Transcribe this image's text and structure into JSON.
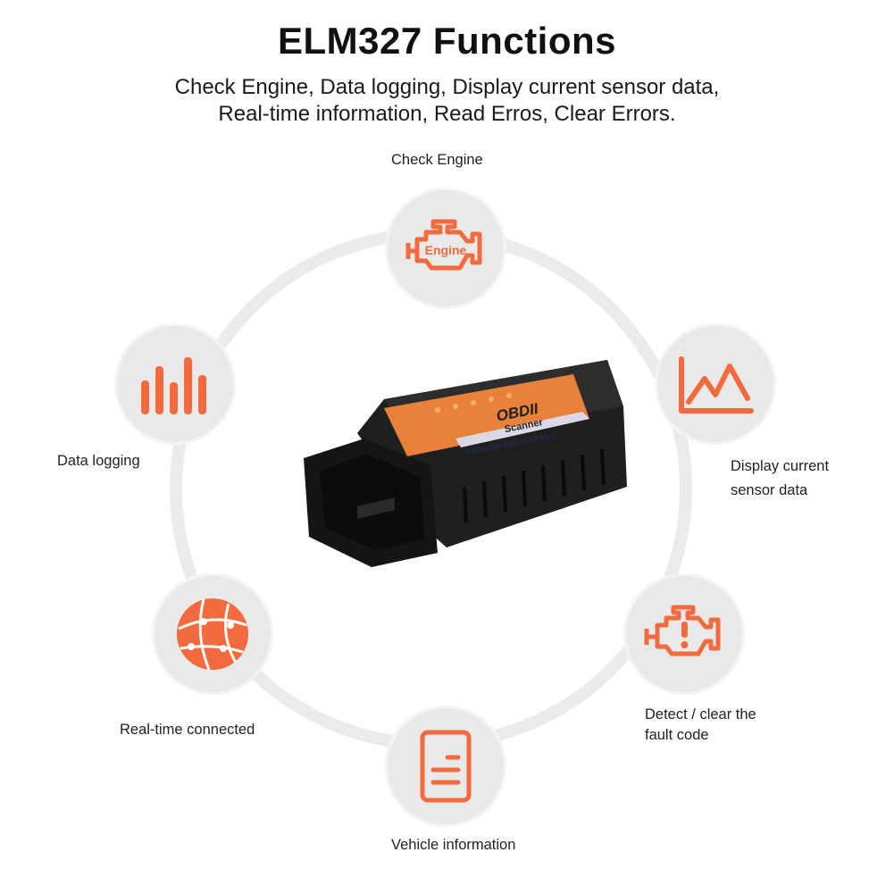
{
  "header": {
    "title": "ELM327 Functions",
    "subtitle_line1": "Check Engine, Data logging, Display current sensor data,",
    "subtitle_line2": "Real-time information, Read Erros, Clear Errors."
  },
  "features": {
    "check_engine": {
      "label": "Check Engine",
      "icon": "engine-icon",
      "icon_text": "Engine"
    },
    "data_logging": {
      "label": "Data logging",
      "icon": "bar-chart-icon"
    },
    "sensor_data": {
      "label_line1": "Display current",
      "label_line2": "sensor data",
      "icon": "line-graph-icon"
    },
    "realtime": {
      "label": "Real-time connected",
      "icon": "globe-icon"
    },
    "fault_code": {
      "label_line1": "Detect / clear the",
      "label_line2": "fault code",
      "icon": "engine-warning-icon"
    },
    "vehicle_info": {
      "label": "Vehicle information",
      "icon": "document-icon"
    }
  },
  "device": {
    "brand": "OBDII",
    "model": "Scanner",
    "tagline": "ADVANCED OBD SCAN TOOL",
    "icon": "obd2-scanner-image"
  },
  "colors": {
    "accent": "#f26a3d",
    "feature_bg": "#e9e9e9",
    "ring": "#ebebeb",
    "device_body": "#1f1f1f",
    "device_label": "#e8823a"
  }
}
